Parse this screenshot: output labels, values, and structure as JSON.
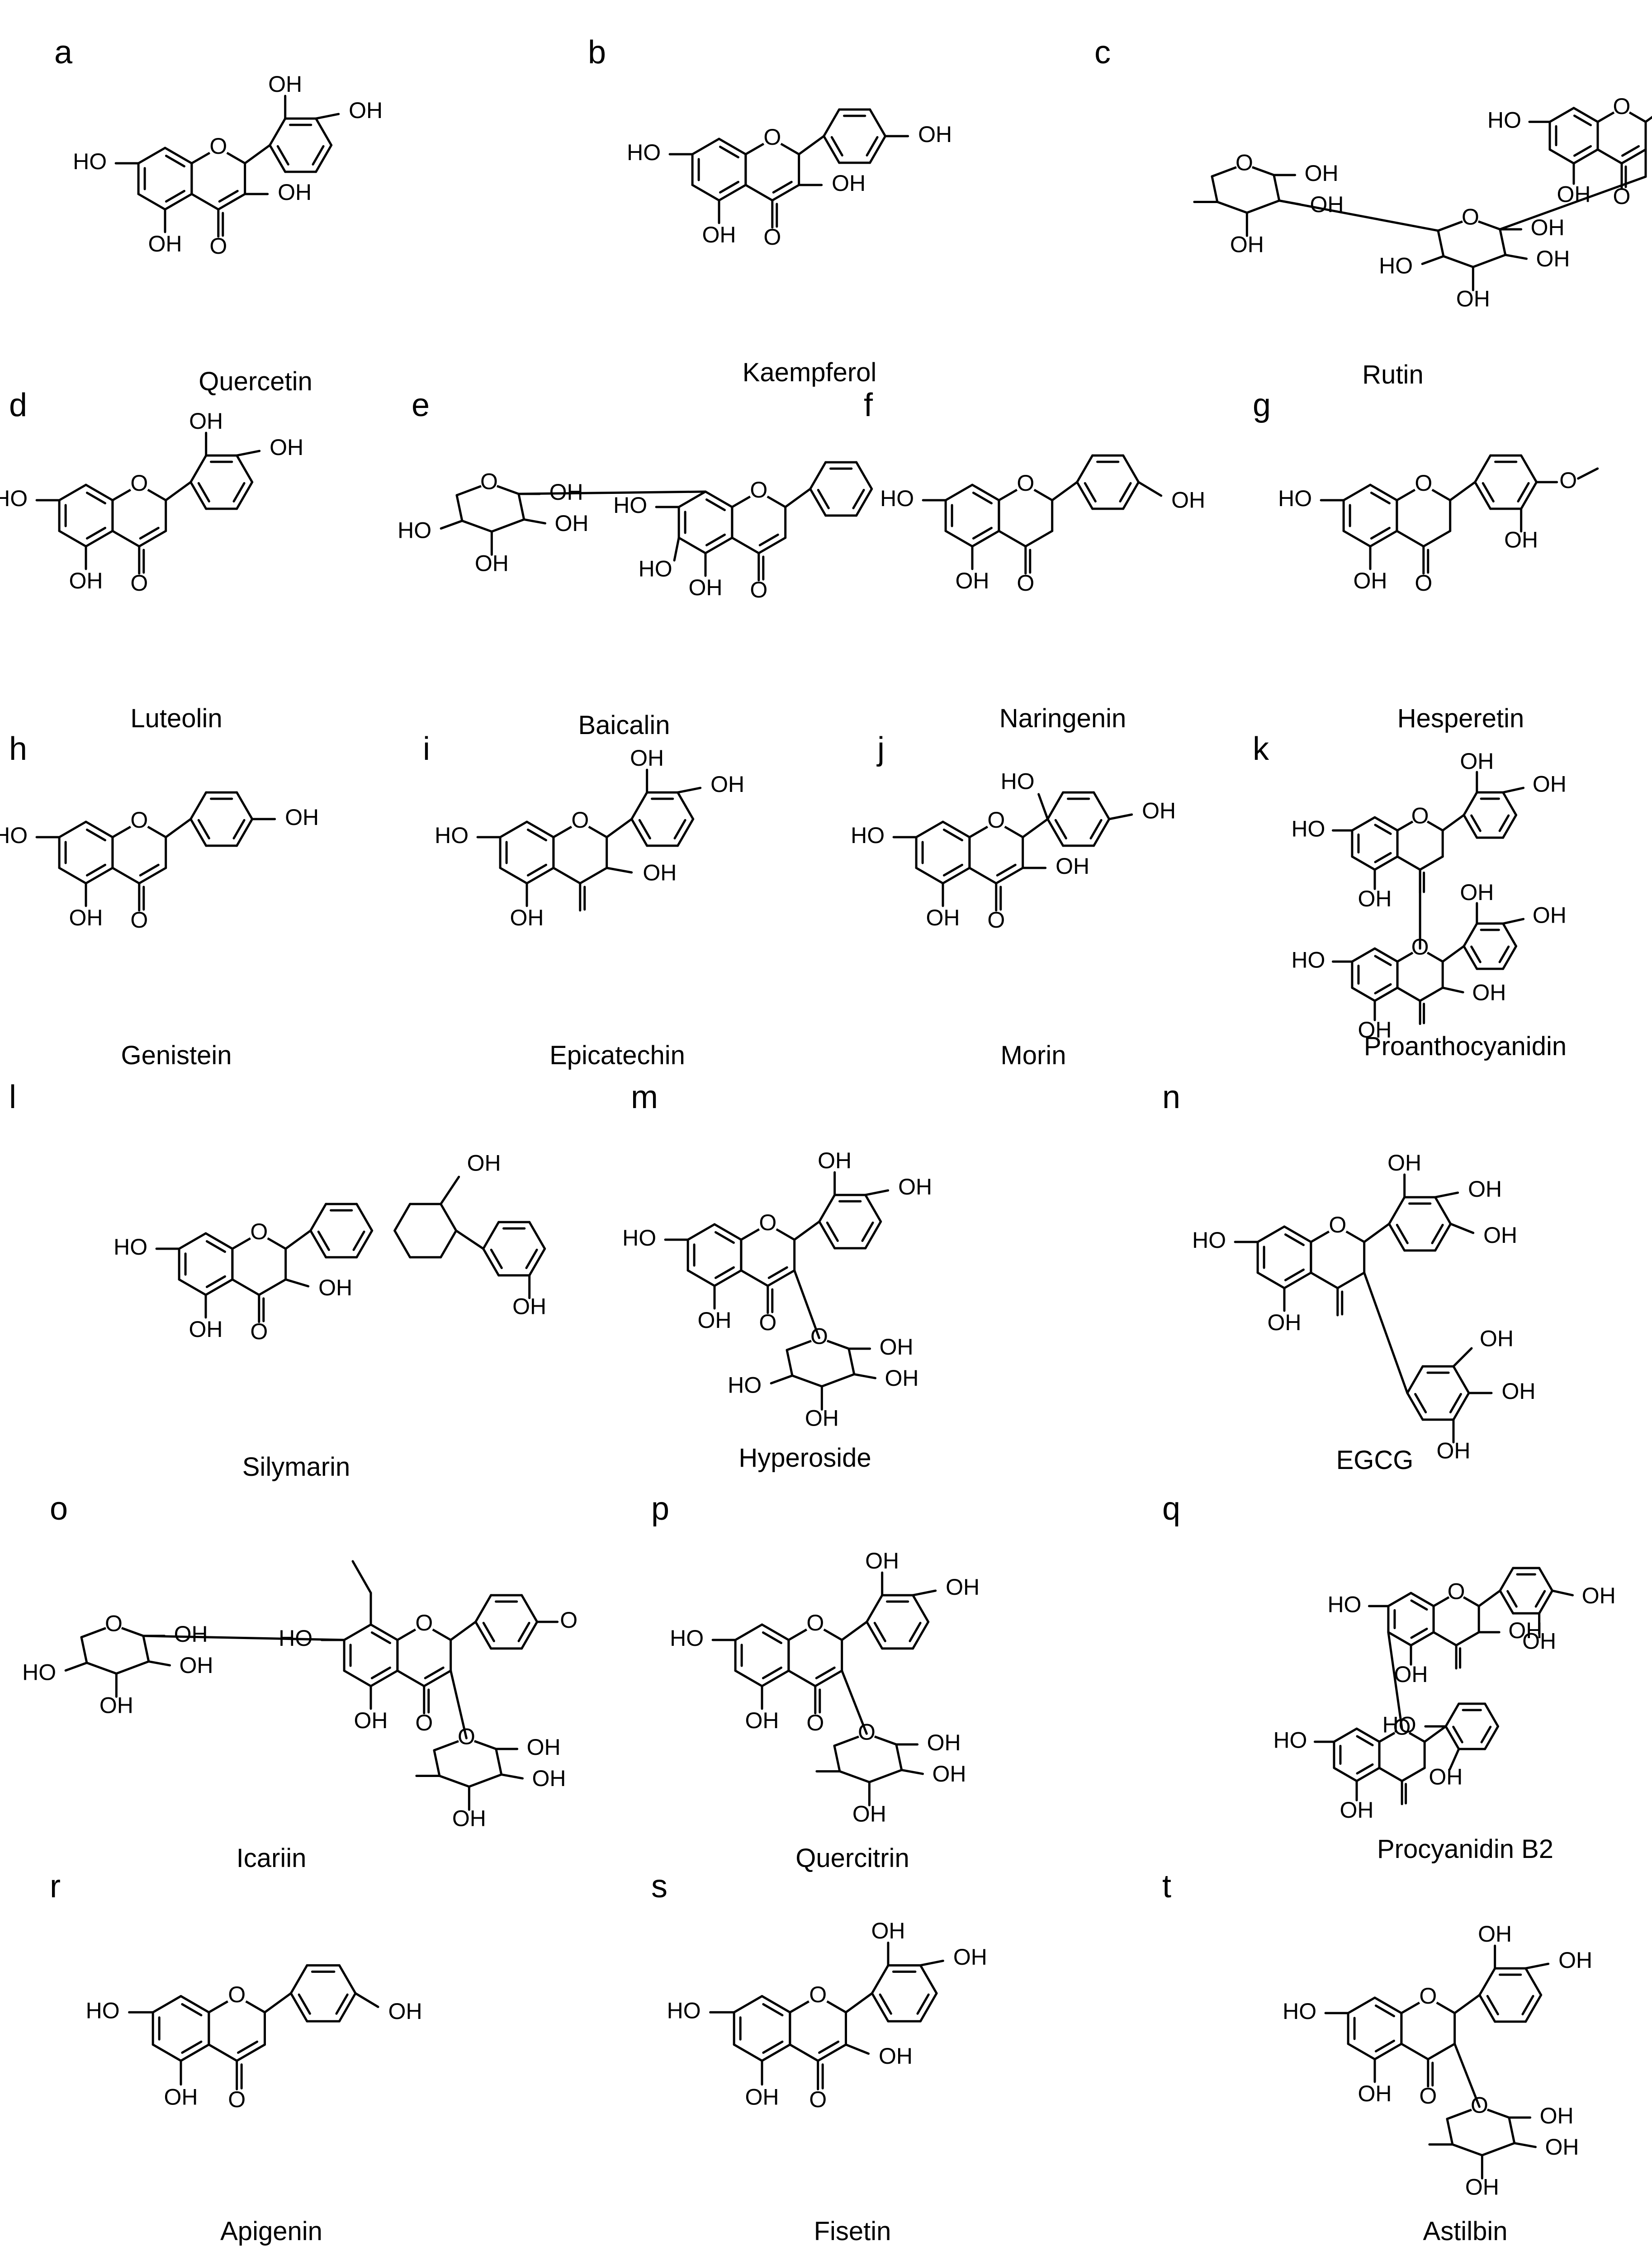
{
  "panels": [
    {
      "letter": "a",
      "name": "Quercetin"
    },
    {
      "letter": "b",
      "name": "Kaempferol"
    },
    {
      "letter": "c",
      "name": "Rutin"
    },
    {
      "letter": "d",
      "name": "Luteolin"
    },
    {
      "letter": "e",
      "name": "Baicalin"
    },
    {
      "letter": "f",
      "name": "Naringenin"
    },
    {
      "letter": "g",
      "name": "Hesperetin"
    },
    {
      "letter": "h",
      "name": "Genistein"
    },
    {
      "letter": "i",
      "name": "Epicatechin"
    },
    {
      "letter": "j",
      "name": "Morin"
    },
    {
      "letter": "k",
      "name": "Proanthocyanidin"
    },
    {
      "letter": "l",
      "name": "Silymarin"
    },
    {
      "letter": "m",
      "name": "Hyperoside"
    },
    {
      "letter": "n",
      "name": "EGCG"
    },
    {
      "letter": "o",
      "name": "Icariin"
    },
    {
      "letter": "p",
      "name": "Quercitrin"
    },
    {
      "letter": "q",
      "name": "Procyanidin  B2"
    },
    {
      "letter": "r",
      "name": "Apigenin"
    },
    {
      "letter": "s",
      "name": "Fisetin"
    },
    {
      "letter": "t",
      "name": "Astilbin"
    }
  ],
  "atom_labels": {
    "hydroxyl": "OH",
    "hydroxyl_left": "HO",
    "oxygen": "O"
  }
}
